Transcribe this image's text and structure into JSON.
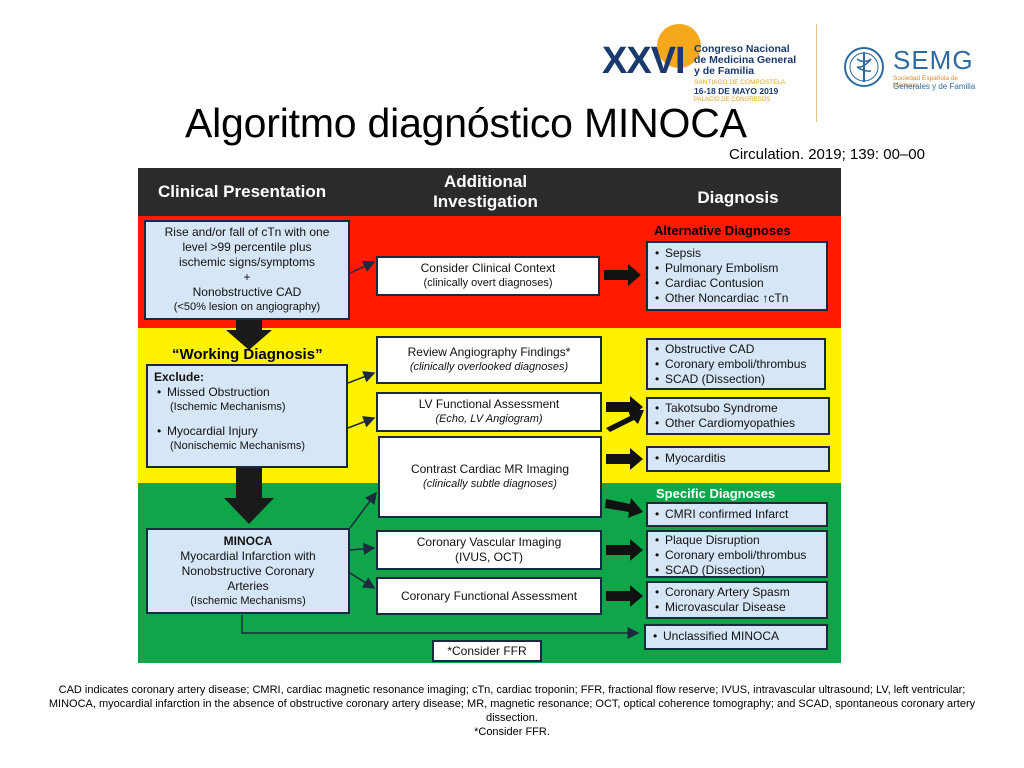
{
  "slide": {
    "title": "Algoritmo diagnóstico MINOCA",
    "citation": "Circulation. 2019; 139: 00–00",
    "caption": "CAD indicates coronary artery disease; CMRI, cardiac magnetic resonance imaging; cTn, cardiac troponin; FFR, fractional flow reserve; IVUS, intravascular ultrasound; LV, left ventricular; MINOCA, myocardial infarction in the absence of obstructive coronary artery disease; MR, magnetic resonance; OCT, optical coherence tomography; and SCAD, spontaneous coronary artery dissection.",
    "caption_note": "*Consider FFR."
  },
  "logos": {
    "congress": {
      "numeral": "XXVI",
      "line1": "Congreso Nacional",
      "line2": "de Medicina General",
      "line3": "y de Familia",
      "city": "SANTIAGO DE COMPOSTELA",
      "dates": "16-18 DE MAYO 2019",
      "venue": "PALACIO DE CONGRESOS"
    },
    "semg": {
      "word": "SEMG",
      "line1": "Sociedad Española de Médicos",
      "line2": "Generales y de Familia"
    }
  },
  "colors": {
    "header_band": "#2b2b2b",
    "alternative_band": "#ff1a00",
    "working_band": "#fff200",
    "specific_band": "#0fa64a",
    "box_fill": "#d6e6f6",
    "box_border": "#1b2a3e"
  },
  "diagram": {
    "headers": {
      "clinical": "Clinical Presentation",
      "additional_1": "Additional",
      "additional_2": "Investigation",
      "diagnosis": "Diagnosis"
    },
    "presentation": {
      "line1": "Rise and/or fall of cTn with one",
      "line2": "level >99 percentile plus",
      "line3": "ischemic signs/symptoms",
      "line4": "+",
      "line5": "Nonobstructive CAD",
      "line6": "(<50% lesion on angiography)"
    },
    "working_title": "“Working Diagnosis”",
    "exclude": {
      "title": "Exclude:",
      "item1": "Missed Obstruction",
      "item1_sub": "(Ischemic Mechanisms)",
      "item2": "Myocardial Injury",
      "item2_sub": "(Nonischemic Mechanisms)"
    },
    "minoca": {
      "title": "MINOCA",
      "line1": "Myocardial Infarction with",
      "line2": "Nonobstructive Coronary",
      "line3": "Arteries",
      "sub": "(Ischemic Mechanisms)"
    },
    "investigations": [
      {
        "title": "Consider Clinical Context",
        "sub": "(clinically overt diagnoses)"
      },
      {
        "title": "Review Angiography Findings*",
        "sub": "(clinically overlooked diagnoses)"
      },
      {
        "title": "LV Functional Assessment",
        "sub": "(Echo, LV Angiogram)"
      },
      {
        "title": "Contrast Cardiac MR Imaging",
        "sub": "(clinically subtle diagnoses)"
      },
      {
        "title": "Coronary Vascular Imaging",
        "sub": "(IVUS, OCT)"
      },
      {
        "title": "Coronary Functional Assessment",
        "sub": ""
      }
    ],
    "consider_ffr": "*Consider FFR",
    "alternative_heading": "Alternative Diagnoses",
    "specific_heading": "Specific Diagnoses",
    "alternative_items": [
      "Sepsis",
      "Pulmonary Embolism",
      "Cardiac Contusion",
      "Other Noncardiac ↑cTn"
    ],
    "working_groups": [
      [
        "Obstructive CAD",
        "Coronary emboli/thrombus",
        "SCAD (Dissection)"
      ],
      [
        "Takotsubo Syndrome",
        "Other Cardiomyopathies"
      ],
      [
        "Myocarditis"
      ]
    ],
    "specific_groups": [
      [
        "CMRI confirmed Infarct"
      ],
      [
        "Plaque Disruption",
        "Coronary emboli/thrombus",
        "SCAD (Dissection)"
      ],
      [
        "Coronary Artery Spasm",
        "Microvascular Disease"
      ],
      [
        "Unclassified MINOCA"
      ]
    ]
  }
}
